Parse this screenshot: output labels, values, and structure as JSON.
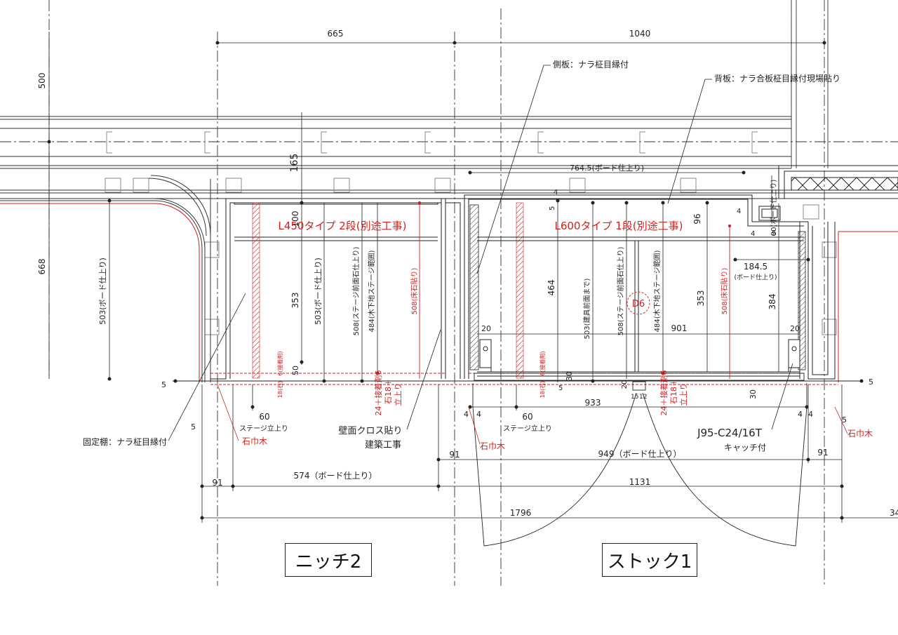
{
  "dimensions": {
    "d665": "665",
    "d1040": "1040",
    "d500": "500",
    "d165": "165",
    "d668": "668",
    "d764": "764.5(ボード仕上り)",
    "d4a": "4",
    "d5a": "5",
    "d100": "100",
    "d96": "96",
    "d80": "80(ボード仕上り)",
    "d4b": "4",
    "d4c": "4",
    "d5b": "5",
    "d184": "184.5",
    "d184sub": "(ボード仕上り)",
    "d503L": "503(ボード仕上り)",
    "d353a": "353",
    "d503a": "503(ボード仕上り)",
    "d508a": "508(ステージ前面石仕上り)",
    "d484a": "484(木下地ステージ範囲)",
    "d508ra": "508(床石貼り)",
    "d464": "464",
    "d503b": "503(建具前面まで)",
    "d508b": "508(ステージ前面石仕上り)",
    "d484b": "484(木下地ステージ範囲)",
    "d353b": "353",
    "d508rb": "508(床石貼り)",
    "d384": "384",
    "d20a": "20",
    "d901": "901",
    "d20b": "20",
    "d50": "50",
    "d30a": "30",
    "d30b": "30",
    "d20c": "20",
    "d24a": "24＋接着剤6",
    "d18a": "石18＋",
    "d18aw": "立上り",
    "d24b": "24＋接着剤6",
    "d18b": "石18＋",
    "d18bw": "立上り",
    "d15": "15",
    "d12": "12",
    "d5c": "5",
    "d5d": "5",
    "d5e": "5",
    "d5f": "5",
    "d60a": "60",
    "d60b": "60",
    "d933": "933",
    "d4d": "4",
    "d4e": "4",
    "d4f": "4",
    "d4g": "4",
    "d91a": "91",
    "d949": "949（ボード仕上り）",
    "d91b": "91",
    "d91c": "91",
    "d574": "574（ボード仕上り）",
    "d1131": "1131",
    "d1796": "1796",
    "d34": "34",
    "d18s1": "18(石)",
    "d6s1": "6(接着剤)",
    "d18s2": "18(石)",
    "d6s2": "6(接着剤)"
  },
  "labels": {
    "sideboard": "側板：ナラ柾目縁付",
    "backboard": "背板：ナラ合板柾目縁付現場貼り",
    "type_l450": "L450タイプ 2段(別途工事)",
    "type_l600": "L600タイプ 1段(別途工事)",
    "fixed_shelf": "固定棚：ナラ柾目縁付",
    "ishihaba_left": "石巾木",
    "ishihaba_mid": "石巾木",
    "ishihaba_right": "石巾木",
    "stage_left": "ステージ立上り",
    "stage_right": "ステージ立上り",
    "wall_cloth": "壁面クロス貼り",
    "arch_work": "建築工事",
    "hardware": "J95-C24/16T",
    "catch": "キャッチ付",
    "door_mark": "D6",
    "room_niche": "ニッチ2",
    "room_stock": "ストック1"
  },
  "colors": {
    "line": "#222222",
    "red": "#d21f1f",
    "hatch": "#d21f1f"
  }
}
